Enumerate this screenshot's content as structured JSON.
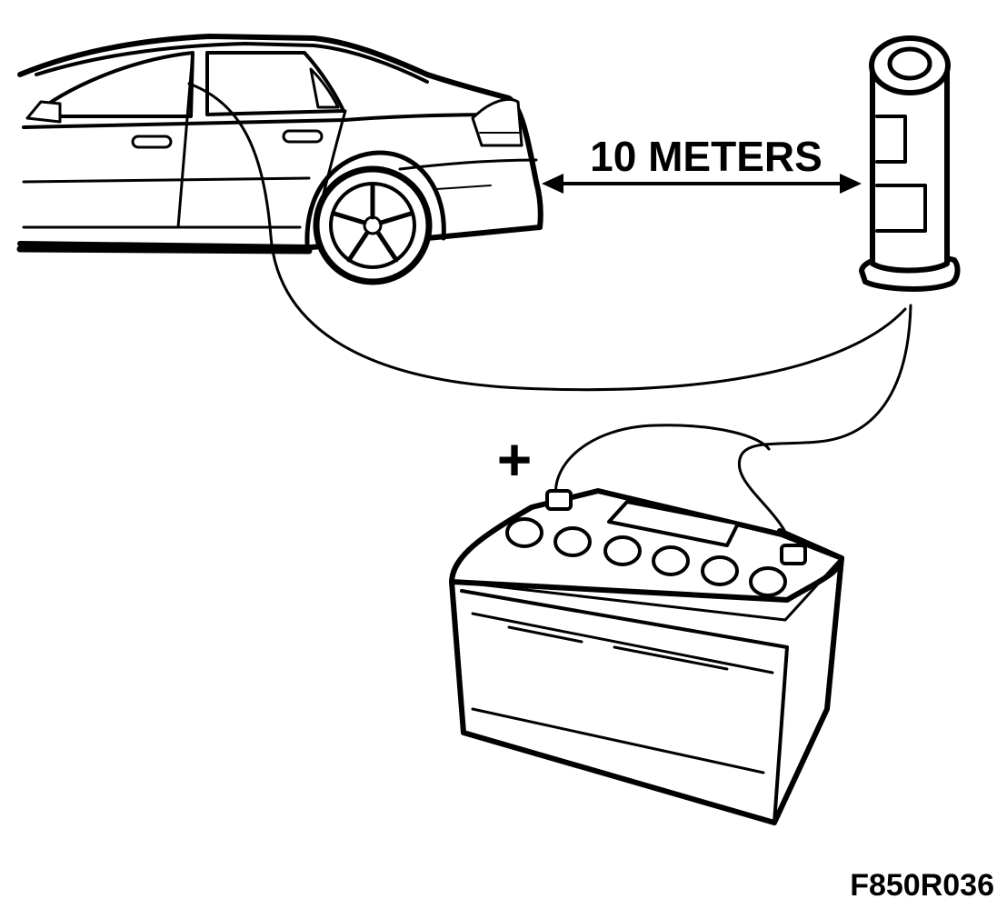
{
  "diagram": {
    "distance_label": "10 METERS",
    "polarity_label": "+",
    "figure_code": "F850R036"
  },
  "colors": {
    "line": "#000000",
    "background": "#ffffff"
  },
  "icons": [
    "car-illustration",
    "marker-post-illustration",
    "battery-illustration",
    "double-arrow-icon"
  ]
}
